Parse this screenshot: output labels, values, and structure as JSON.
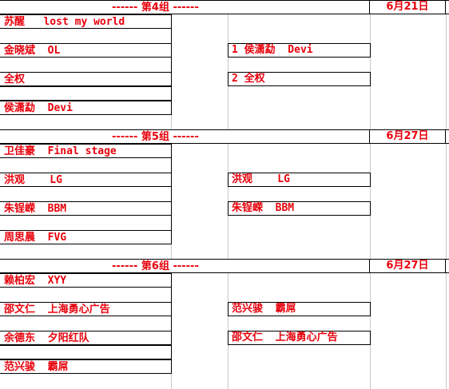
{
  "accent_color": "#e8000b",
  "groups": [
    {
      "header": "------ 第4组 ------",
      "date": "6月21日",
      "left": [
        "苏醒   lost my world",
        "",
        "金晓斌  OL",
        "",
        "全权",
        "",
        "侯潇勐  Devi"
      ],
      "right": [
        "1 侯潇勐  Devi",
        "2 全权"
      ]
    },
    {
      "header": "------ 第5组 ------",
      "date": "6月27日",
      "left": [
        "卫佳豪  Final stage",
        "",
        "洪观    LG",
        "",
        "朱锃嵘  BBM",
        "",
        "周思晨  FVG"
      ],
      "right": [
        "洪观    LG",
        "朱锃嵘  BBM"
      ]
    },
    {
      "header": "------ 第6组 ------",
      "date": "6月27日",
      "left": [
        "赖柏宏  XYY",
        "",
        "邵文仁  上海勇心广告",
        "",
        "余德东  夕阳红队",
        "",
        "范兴骏  霸屌"
      ],
      "right": [
        "范兴骏  霸屌",
        "邵文仁  上海勇心广告"
      ]
    }
  ]
}
